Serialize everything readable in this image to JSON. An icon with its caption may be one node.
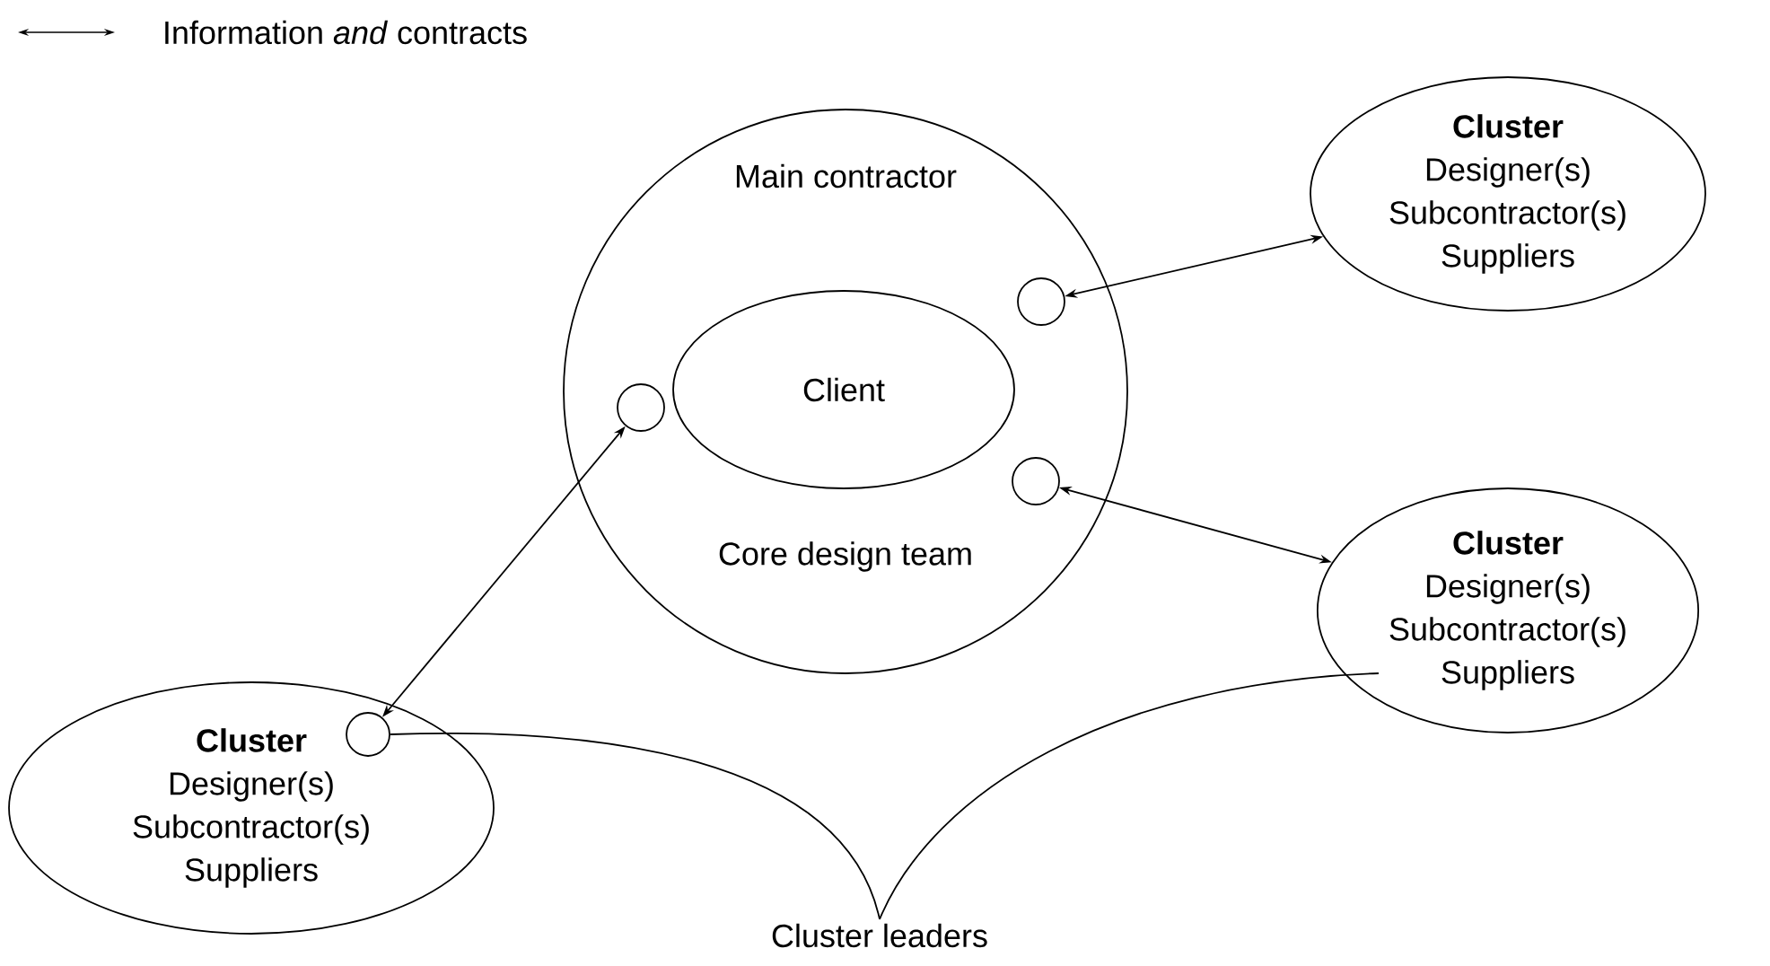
{
  "diagram": {
    "nodes": [
      {
        "text": [
          "Main contractor",
          "Core design team"
        ]
      },
      {
        "text": [
          "Client"
        ],
        "in": 0
      },
      {
        "text": [],
        "shape": "circle",
        "in": 0
      },
      {
        "text": [],
        "shape": "circle",
        "in": 0
      },
      {
        "text": [],
        "shape": "circle",
        "in": 0
      },
      {
        "text": [
          "Cluster",
          "Designer(s) Subcontractor(s) Suppliers"
        ]
      },
      {
        "text": [
          "Cluster",
          "Designer(s) Subcontractor(s) Suppliers"
        ]
      },
      {
        "text": [
          "Cluster",
          "Designer(s) Subcontractor(s) Suppliers"
        ]
      },
      {
        "text": [],
        "shape": "circle",
        "in": 7
      },
      {
        "text": [
          "Cluster leaders"
        ]
      }
    ],
    "edges": [
      {
        "from": 2,
        "to": 5,
        "arrow": "both"
      },
      {
        "from": 4,
        "to": 6,
        "arrow": "both"
      },
      {
        "from": 8,
        "to": 3,
        "arrow": "both"
      },
      {
        "from": 9,
        "to": 8,
        "arrow": "none"
      },
      {
        "from": 9,
        "to": 6,
        "arrow": "none"
      }
    ],
    "legend": [
      {
        "text": "Information *and* contracts"
      }
    ]
  }
}
